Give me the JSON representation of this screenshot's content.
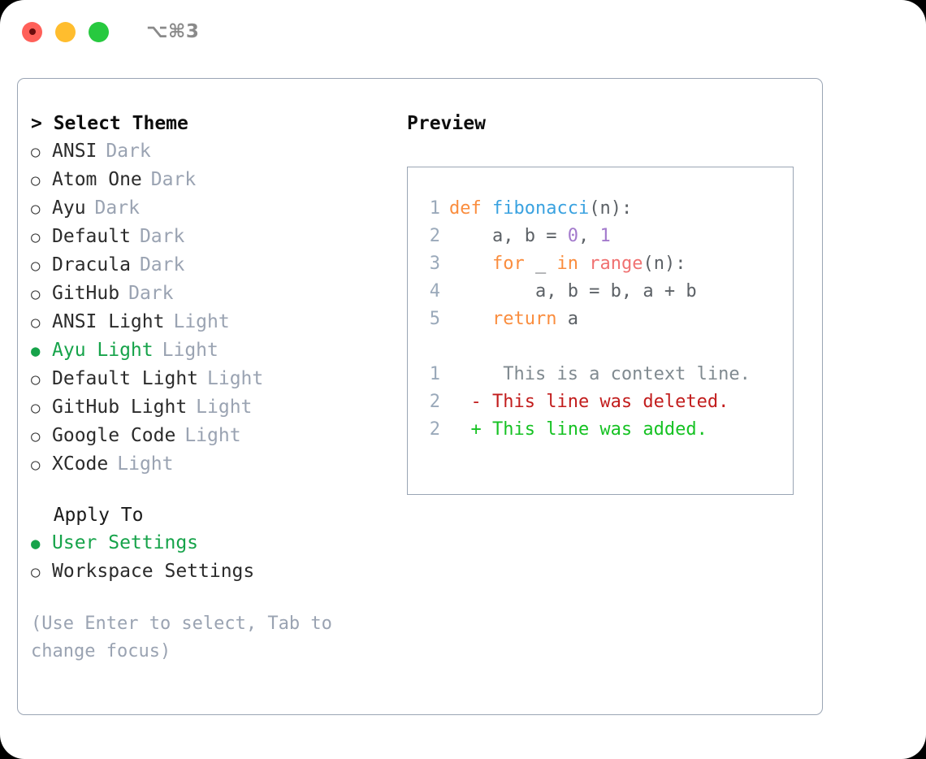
{
  "titlebar": {
    "shortcut": "⌥⌘3",
    "lights": [
      {
        "name": "close",
        "color": "#ff6059"
      },
      {
        "name": "minimize",
        "color": "#ffbd2e"
      },
      {
        "name": "maximize",
        "color": "#27c93f"
      }
    ]
  },
  "theme_section": {
    "header": "> Select Theme",
    "options": [
      {
        "bullet": "○",
        "label": "ANSI",
        "tag": "Dark",
        "selected": false
      },
      {
        "bullet": "○",
        "label": "Atom One",
        "tag": "Dark",
        "selected": false
      },
      {
        "bullet": "○",
        "label": "Ayu",
        "tag": "Dark",
        "selected": false
      },
      {
        "bullet": "○",
        "label": "Default",
        "tag": "Dark",
        "selected": false
      },
      {
        "bullet": "○",
        "label": "Dracula",
        "tag": "Dark",
        "selected": false
      },
      {
        "bullet": "○",
        "label": "GitHub",
        "tag": "Dark",
        "selected": false
      },
      {
        "bullet": "○",
        "label": "ANSI Light",
        "tag": "Light",
        "selected": false
      },
      {
        "bullet": "●",
        "label": "Ayu Light",
        "tag": "Light",
        "selected": true
      },
      {
        "bullet": "○",
        "label": "Default Light",
        "tag": "Light",
        "selected": false
      },
      {
        "bullet": "○",
        "label": "GitHub Light",
        "tag": "Light",
        "selected": false
      },
      {
        "bullet": "○",
        "label": "Google Code",
        "tag": "Light",
        "selected": false
      },
      {
        "bullet": "○",
        "label": "XCode",
        "tag": "Light",
        "selected": false
      }
    ]
  },
  "apply_section": {
    "header": "  Apply To",
    "options": [
      {
        "bullet": "●",
        "label": "User Settings",
        "tag": "",
        "selected": true
      },
      {
        "bullet": "○",
        "label": "Workspace Settings",
        "tag": "",
        "selected": false
      }
    ]
  },
  "hint": "(Use Enter to select, Tab to change focus)",
  "preview": {
    "title": "Preview",
    "code_lines": [
      {
        "lineno": "1",
        "tokens": [
          {
            "text": "def ",
            "type": "kw"
          },
          {
            "text": "fibonacci",
            "type": "fn"
          },
          {
            "text": "(n):",
            "type": "punc"
          }
        ]
      },
      {
        "lineno": "2",
        "tokens": [
          {
            "text": "    a, b = ",
            "type": "txt"
          },
          {
            "text": "0",
            "type": "num"
          },
          {
            "text": ", ",
            "type": "txt"
          },
          {
            "text": "1",
            "type": "num"
          }
        ]
      },
      {
        "lineno": "3",
        "tokens": [
          {
            "text": "    ",
            "type": "txt"
          },
          {
            "text": "for",
            "type": "kw"
          },
          {
            "text": " _ ",
            "type": "txt"
          },
          {
            "text": "in",
            "type": "kw"
          },
          {
            "text": " ",
            "type": "txt"
          },
          {
            "text": "range",
            "type": "call"
          },
          {
            "text": "(n):",
            "type": "punc"
          }
        ]
      },
      {
        "lineno": "4",
        "tokens": [
          {
            "text": "        a, b = b, a + b",
            "type": "txt"
          }
        ]
      },
      {
        "lineno": "5",
        "tokens": [
          {
            "text": "    ",
            "type": "txt"
          },
          {
            "text": "return",
            "type": "kw"
          },
          {
            "text": " a",
            "type": "txt"
          }
        ]
      }
    ],
    "diff_lines": [
      {
        "lineno": "1",
        "marker": " ",
        "text": "  This is a context line.",
        "kind": "ctx"
      },
      {
        "lineno": "2",
        "marker": "-",
        "text": " This line was deleted.",
        "kind": "del"
      },
      {
        "lineno": "2",
        "marker": "+",
        "text": " This line was added.",
        "kind": "add"
      }
    ]
  },
  "colors": {
    "accent_green": "#16a34a",
    "muted": "#9aa3b2",
    "border": "#9aa5b4",
    "kw_orange": "#fa8d3e",
    "fn_blue": "#3aa2e0",
    "num_purple": "#a37acc",
    "call_red": "#f07171",
    "diff_del": "#c21d1d",
    "diff_add": "#16c223"
  }
}
